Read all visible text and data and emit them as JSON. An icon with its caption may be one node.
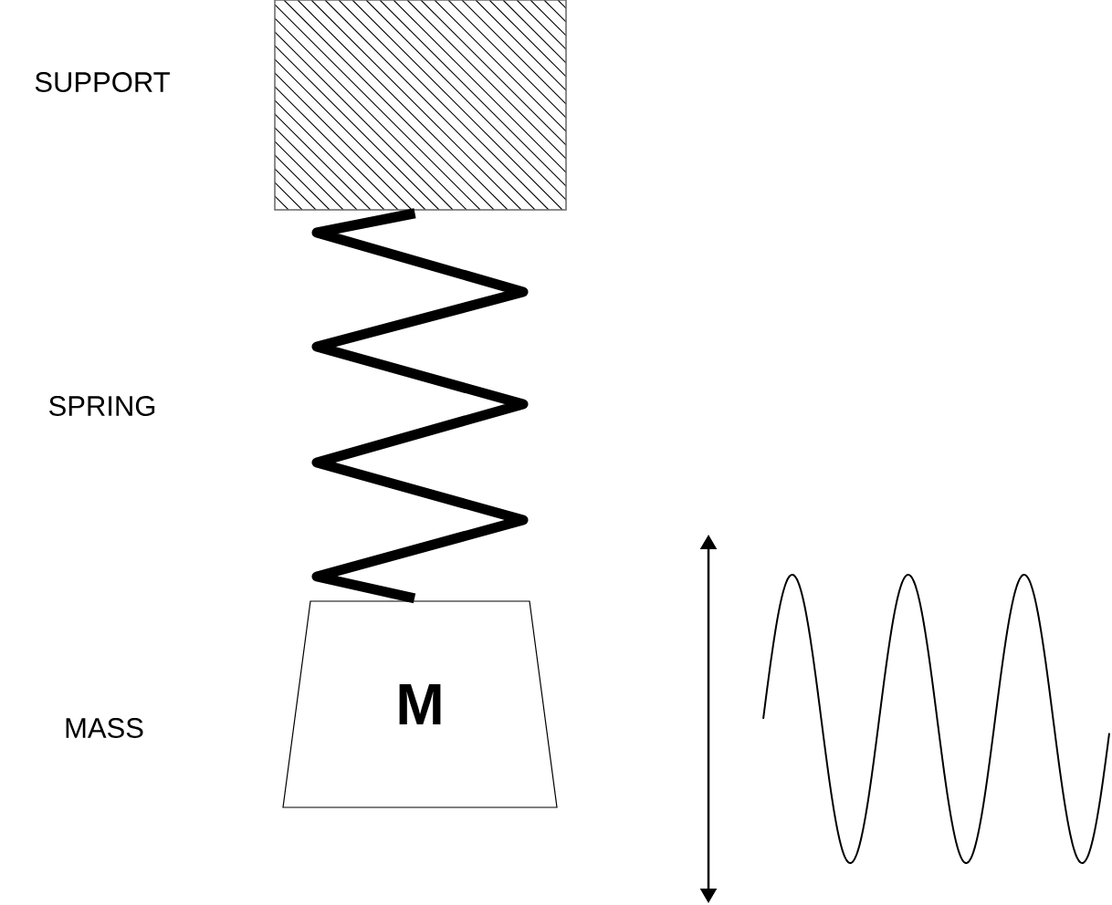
{
  "diagram": {
    "nodes": [
      {
        "text": [],
        "shape": "box"
      },
      {
        "text": [
          "M"
        ]
      }
    ],
    "edges": [
      {
        "from": 0,
        "to": 1,
        "arrow": "none"
      }
    ],
    "labels": [
      "SUPPORT",
      "SPRING",
      "MASS"
    ]
  }
}
